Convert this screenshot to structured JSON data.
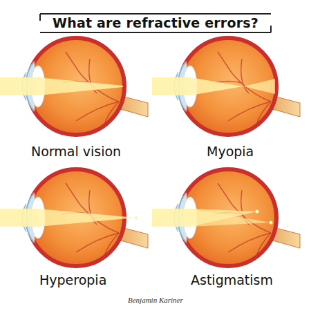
{
  "diagram": {
    "title": "What are refractive errors?",
    "labels": [
      "Normal vision",
      "Myopia",
      "Hyperopia",
      "Astigmatism",
      "Benjamin Kariner"
    ]
  }
}
